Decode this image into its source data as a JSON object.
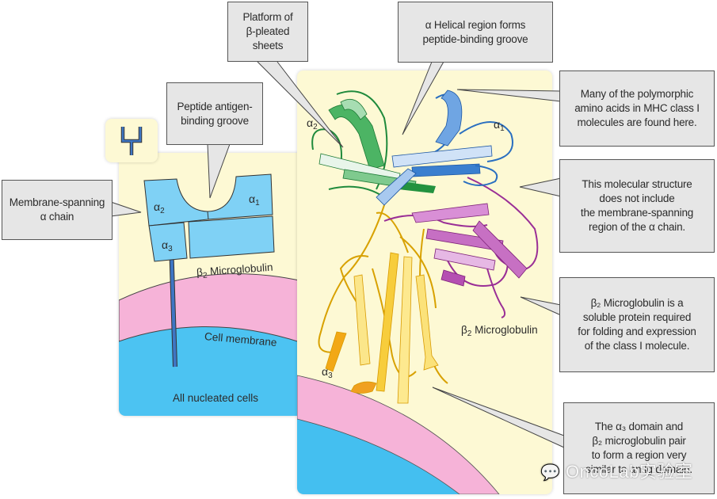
{
  "schematic": {
    "icon": "mhc-class-i-fork-icon",
    "domains": {
      "alpha1": "α",
      "alpha1_sub": "1",
      "alpha2": "α",
      "alpha2_sub": "2",
      "alpha3": "α",
      "alpha3_sub": "3"
    },
    "b2m_label_prefix": "β",
    "b2m_label_sub": "2",
    "b2m_label_rest": " Microglobulin",
    "cell_membrane_label": "Cell membrane",
    "cell_label": "All nucleated cells"
  },
  "structure": {
    "alpha1_label": "α",
    "alpha1_sub": "1",
    "alpha2_label": "α",
    "alpha2_sub": "2",
    "alpha3_label": "α",
    "alpha3_sub": "3",
    "b2m_label_prefix": "β",
    "b2m_label_sub": "2",
    "b2m_label_rest": " Microglobulin"
  },
  "callouts": {
    "membrane_spanning": [
      "Membrane-spanning",
      "α chain"
    ],
    "peptide_groove": [
      "Peptide antigen-",
      "binding groove"
    ],
    "platform": [
      "Platform of",
      "β-pleated",
      "sheets"
    ],
    "helical": [
      "α Helical region forms",
      "peptide-binding groove"
    ],
    "polymorphic": [
      "Many of the polymorphic",
      "amino acids in MHC class I",
      "molecules are found here."
    ],
    "no_membrane": [
      "This molecular structure",
      "does not include",
      "the membrane-spanning",
      "region of the α chain."
    ],
    "b2m_soluble": [
      "β₂ Microglobulin is a",
      "soluble protein required",
      "for folding and expression",
      "of the class I molecule."
    ],
    "alpha3_pair": [
      "The α₃ domain and",
      "β₂ microglobulin pair",
      "to form a region very",
      "similar to an Ig domain."
    ]
  },
  "watermark": "OncoLab实验室",
  "colors": {
    "panel": "#fdf9d4",
    "domain_blue": "#7fd1f5",
    "membrane_pink": "#f6b3d8",
    "cytoplasm_blue": "#44bff0",
    "helix_green": "#2e9a4a",
    "helix_blue": "#2a6fc0",
    "b2m_purple": "#9a2f96",
    "alpha3_yellow": "#f2c21a",
    "callout_grey": "#e6e6e6"
  }
}
